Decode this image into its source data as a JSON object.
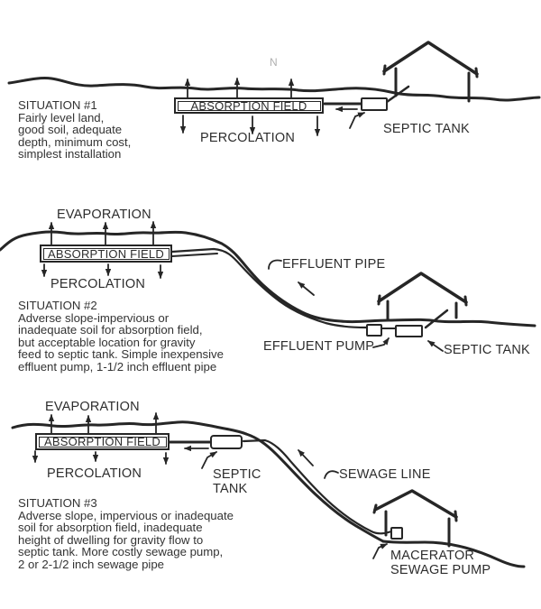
{
  "colors": {
    "ink": "#262626",
    "paper": "#ffffff",
    "faint_mark": "#b0b0b0"
  },
  "s1": {
    "title": "SITUATION #1",
    "desc": [
      "Fairly level land,",
      "good soil, adequate",
      "depth, minimum cost,",
      "simplest installation"
    ],
    "absorption_field": "ABSORPTION FIELD",
    "percolation": "PERCOLATION",
    "septic_tank": "SEPTIC TANK",
    "faint_mark": "N"
  },
  "s2": {
    "title": "SITUATION #2",
    "desc": [
      "Adverse slope-impervious or",
      "inadequate soil for absorption field,",
      "but acceptable location for gravity",
      "feed to septic tank. Simple inexpensive",
      "effluent pump, 1-1/2 inch effluent pipe"
    ],
    "evaporation": "EVAPORATION",
    "absorption_field": "ABSORPTION FIELD",
    "percolation": "PERCOLATION",
    "effluent_pipe": "EFFLUENT PIPE",
    "effluent_pump": "EFFLUENT PUMP",
    "septic_tank": "SEPTIC TANK"
  },
  "s3": {
    "title": "SITUATION #3",
    "desc": [
      "Adverse slope, impervious or inadequate",
      "soil for absorption field, inadequate",
      "height of dwelling for gravity flow to",
      "septic tank. More costly sewage pump,",
      "2 or 2-1/2 inch sewage pipe"
    ],
    "evaporation": "EVAPORATION",
    "absorption_field": "ABSORPTION FIELD",
    "percolation": "PERCOLATION",
    "septic_word": "SEPTIC",
    "tank_word": "TANK",
    "sewage_line": "SEWAGE LINE",
    "macerator_word": "MACERATOR",
    "sewage_pump_words": "SEWAGE PUMP"
  }
}
